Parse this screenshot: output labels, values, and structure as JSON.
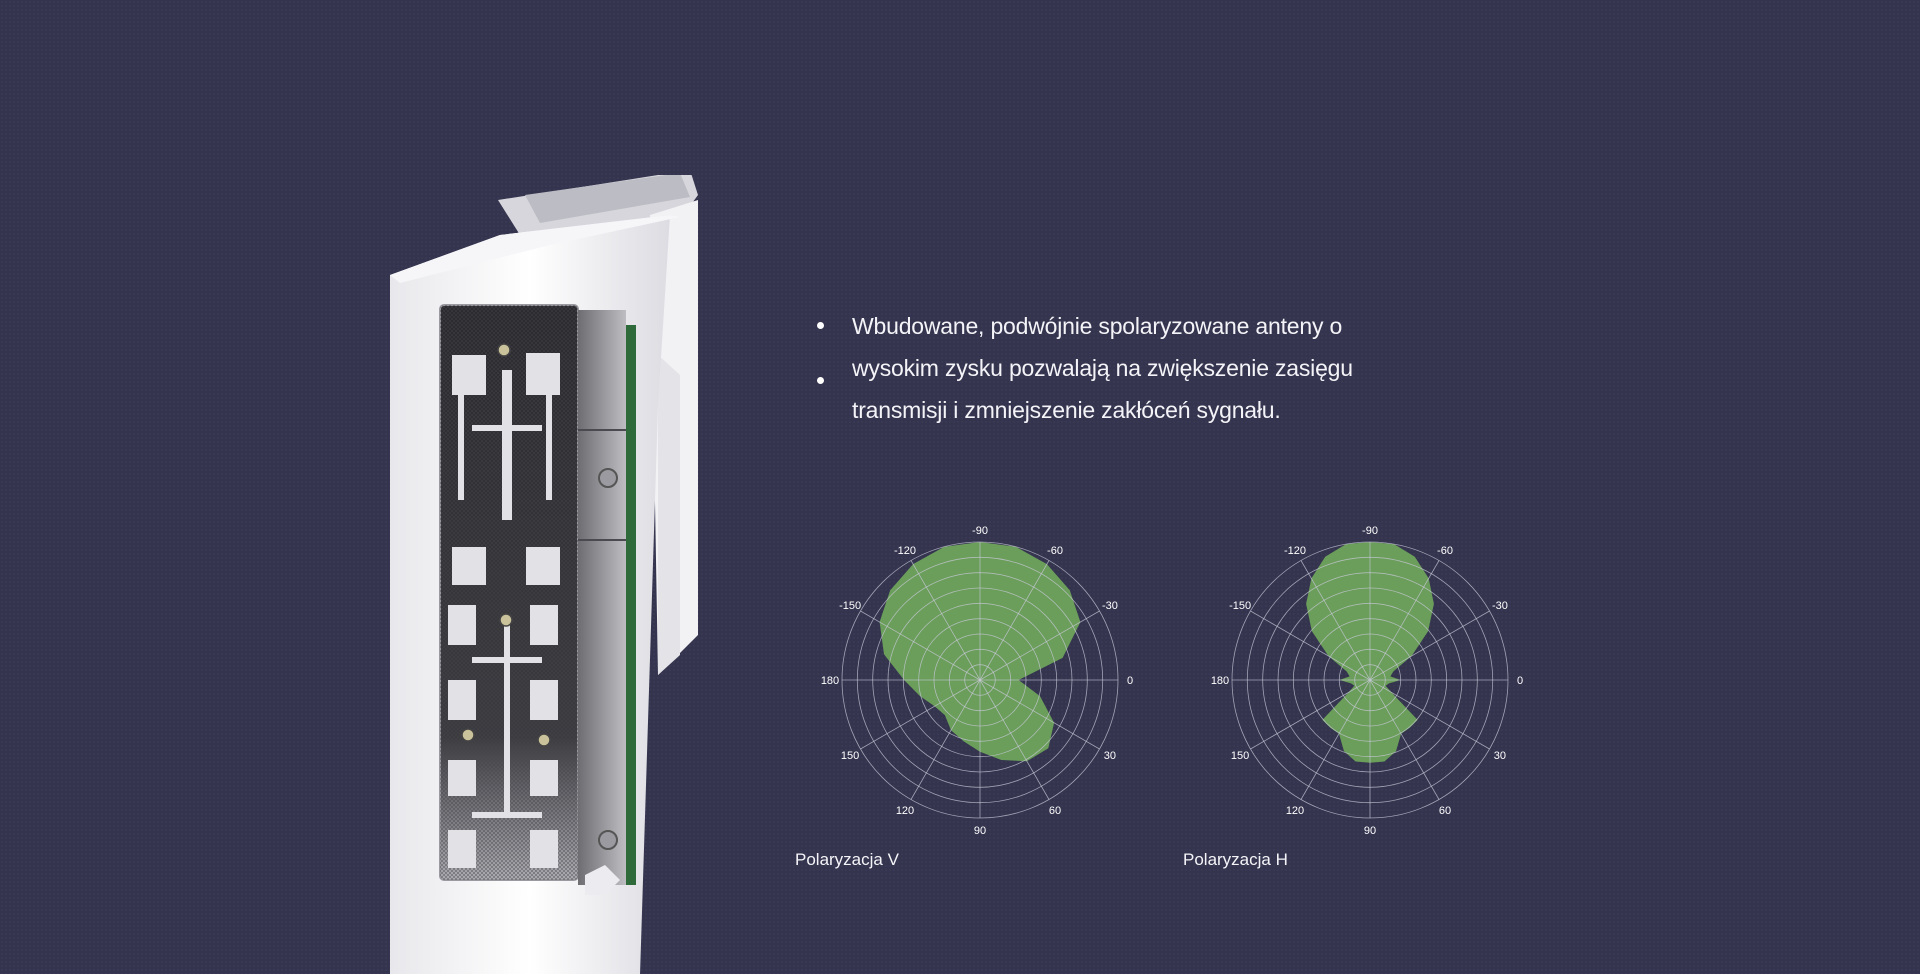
{
  "bullets": [
    "Wbudowane, podwójnie spolaryzowane anteny o",
    "wysokim zysku pozwalają na zwiększenie zasięgu transmisji i zmniejszenie zakłóceń sygnału."
  ],
  "colors": {
    "background": "#34344f",
    "pattern_fill": "#6a9e5a",
    "grid": "#c8c8d8",
    "text": "#ffffff"
  },
  "icons": {
    "bullet": "bullet-dot-icon"
  },
  "chart_data": [
    {
      "type": "polar",
      "caption": "Polaryzacja V",
      "angle_labels": [
        "-90",
        "-60",
        "-30",
        "0",
        "30",
        "60",
        "90",
        "120",
        "150",
        "180",
        "-150",
        "-120"
      ],
      "rings": 9,
      "series": [
        {
          "angles": [
            -180,
            -165,
            -150,
            -135,
            -120,
            -105,
            -90,
            -75,
            -60,
            -45,
            -30,
            -15,
            0,
            15,
            30,
            45,
            60,
            75,
            90,
            105,
            120,
            135,
            150,
            165
          ],
          "values": [
            0.55,
            0.72,
            0.84,
            0.92,
            0.97,
            1.0,
            1.0,
            1.0,
            0.97,
            0.92,
            0.84,
            0.62,
            0.28,
            0.45,
            0.62,
            0.7,
            0.68,
            0.6,
            0.52,
            0.46,
            0.42,
            0.36,
            0.38,
            0.45
          ]
        }
      ]
    },
    {
      "type": "polar",
      "caption": "Polaryzacja H",
      "angle_labels": [
        "-90",
        "-60",
        "-30",
        "0",
        "30",
        "60",
        "90",
        "120",
        "150",
        "180",
        "-150",
        "-120"
      ],
      "rings": 9,
      "series": [
        {
          "angles": [
            -180,
            -170,
            -160,
            -150,
            -140,
            -130,
            -120,
            -110,
            -100,
            -90,
            -80,
            -70,
            -60,
            -50,
            -40,
            -30,
            -20,
            -10,
            0,
            10,
            20,
            30,
            40,
            50,
            60,
            70,
            80,
            90,
            100,
            110,
            120,
            130,
            140,
            150,
            160,
            170
          ],
          "values": [
            0.22,
            0.15,
            0.18,
            0.35,
            0.55,
            0.72,
            0.85,
            0.95,
            1.0,
            1.0,
            1.0,
            0.95,
            0.85,
            0.72,
            0.55,
            0.35,
            0.18,
            0.15,
            0.22,
            0.14,
            0.12,
            0.18,
            0.45,
            0.45,
            0.45,
            0.55,
            0.6,
            0.6,
            0.6,
            0.55,
            0.45,
            0.45,
            0.45,
            0.18,
            0.12,
            0.14
          ]
        }
      ]
    }
  ]
}
